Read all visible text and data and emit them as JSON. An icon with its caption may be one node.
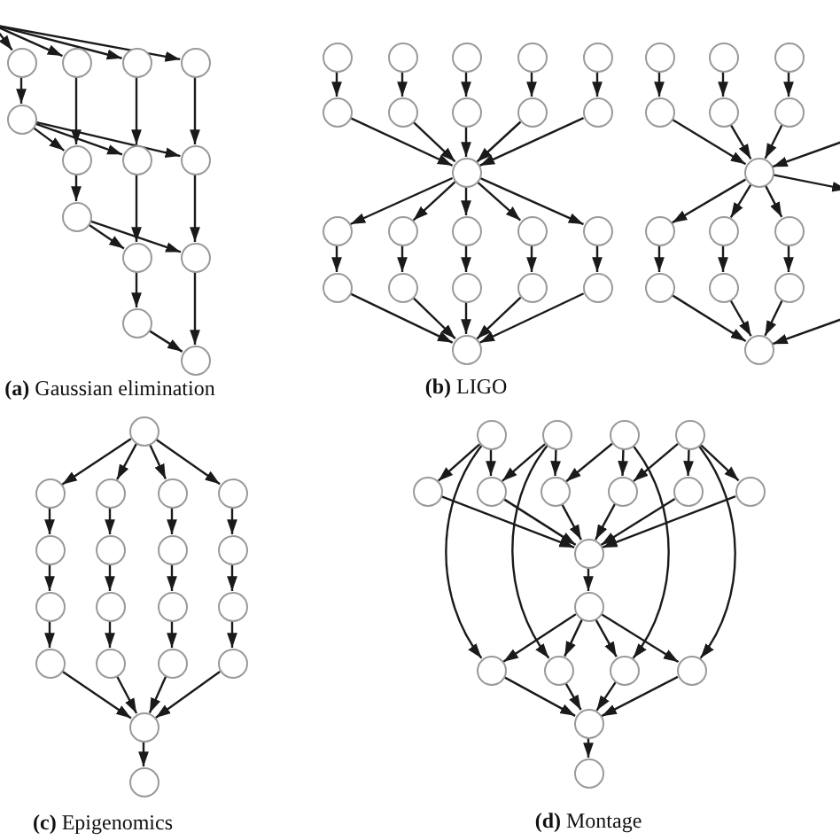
{
  "diagram": {
    "nodes": [
      {
        "text": [],
        "shape": "circle"
      },
      {
        "text": [],
        "shape": "circle"
      },
      {
        "text": [],
        "shape": "circle"
      },
      {
        "text": [],
        "shape": "circle"
      },
      {
        "text": [],
        "shape": "circle"
      },
      {
        "text": [],
        "shape": "circle"
      },
      {
        "text": [],
        "shape": "circle"
      },
      {
        "text": [],
        "shape": "circle"
      },
      {
        "text": [],
        "shape": "circle"
      },
      {
        "text": [],
        "shape": "circle"
      },
      {
        "text": [],
        "shape": "circle"
      },
      {
        "text": [],
        "shape": "circle"
      },
      {
        "text": [],
        "shape": "circle"
      },
      {
        "text": [],
        "shape": "circle"
      },
      {
        "text": [],
        "shape": "circle"
      },
      {
        "text": [],
        "shape": "circle"
      },
      {
        "text": [],
        "shape": "circle"
      },
      {
        "text": [],
        "shape": "circle"
      },
      {
        "text": [],
        "shape": "circle"
      },
      {
        "text": [],
        "shape": "circle"
      },
      {
        "text": [],
        "shape": "circle"
      },
      {
        "text": [],
        "shape": "circle"
      },
      {
        "text": [],
        "shape": "circle"
      },
      {
        "text": [],
        "shape": "circle"
      },
      {
        "text": [],
        "shape": "circle"
      },
      {
        "text": [],
        "shape": "circle"
      },
      {
        "text": [],
        "shape": "circle"
      },
      {
        "text": [],
        "shape": "circle"
      },
      {
        "text": [],
        "shape": "circle"
      },
      {
        "text": [],
        "shape": "circle"
      },
      {
        "text": [],
        "shape": "circle"
      },
      {
        "text": [],
        "shape": "circle"
      },
      {
        "text": [],
        "shape": "circle"
      },
      {
        "text": [],
        "shape": "circle"
      },
      {
        "text": [],
        "shape": "circle"
      },
      {
        "text": [],
        "shape": "circle"
      },
      {
        "text": [],
        "shape": "circle"
      },
      {
        "text": [],
        "shape": "circle"
      },
      {
        "text": [],
        "shape": "circle"
      },
      {
        "text": [],
        "shape": "circle"
      },
      {
        "text": [],
        "shape": "circle"
      },
      {
        "text": [],
        "shape": "circle"
      },
      {
        "text": [],
        "shape": "circle"
      },
      {
        "text": [],
        "shape": "circle"
      },
      {
        "text": [],
        "shape": "circle"
      },
      {
        "text": [],
        "shape": "circle"
      },
      {
        "text": [],
        "shape": "circle"
      },
      {
        "text": [],
        "shape": "circle"
      },
      {
        "text": [],
        "shape": "circle"
      },
      {
        "text": [],
        "shape": "circle"
      },
      {
        "text": [],
        "shape": "circle"
      },
      {
        "text": [],
        "shape": "circle"
      },
      {
        "text": [],
        "shape": "circle"
      },
      {
        "text": [],
        "shape": "circle"
      },
      {
        "text": [],
        "shape": "circle"
      },
      {
        "text": [],
        "shape": "circle"
      },
      {
        "text": [],
        "shape": "circle"
      },
      {
        "text": [],
        "shape": "circle"
      },
      {
        "text": [],
        "shape": "circle"
      },
      {
        "text": [],
        "shape": "circle"
      },
      {
        "text": [],
        "shape": "circle"
      },
      {
        "text": [],
        "shape": "circle"
      },
      {
        "text": [],
        "shape": "circle"
      },
      {
        "text": [],
        "shape": "circle"
      },
      {
        "text": [],
        "shape": "circle"
      },
      {
        "text": [],
        "shape": "circle"
      },
      {
        "text": [],
        "shape": "circle"
      },
      {
        "text": [],
        "shape": "circle"
      },
      {
        "text": [],
        "shape": "circle"
      },
      {
        "text": [],
        "shape": "circle"
      },
      {
        "text": [],
        "shape": "circle"
      },
      {
        "text": [],
        "shape": "circle"
      },
      {
        "text": [],
        "shape": "circle"
      },
      {
        "text": [],
        "shape": "circle"
      },
      {
        "text": [],
        "shape": "circle"
      },
      {
        "text": [],
        "shape": "circle"
      },
      {
        "text": [],
        "shape": "circle"
      },
      {
        "text": [],
        "shape": "circle"
      },
      {
        "text": [],
        "shape": "circle"
      },
      {
        "text": [],
        "shape": "circle"
      },
      {
        "text": [],
        "shape": "circle"
      },
      {
        "text": [],
        "shape": "circle"
      },
      {
        "text": [],
        "shape": "circle"
      },
      {
        "text": [],
        "shape": "circle"
      },
      {
        "text": [],
        "shape": "circle"
      },
      {
        "text": [],
        "shape": "circle"
      }
    ],
    "edges": [
      {
        "from": null,
        "to": 0,
        "arrow": "to"
      },
      {
        "from": null,
        "to": 1,
        "arrow": "to"
      },
      {
        "from": null,
        "to": 2,
        "arrow": "to"
      },
      {
        "from": null,
        "to": 3,
        "arrow": "to"
      },
      {
        "from": 0,
        "to": 4,
        "arrow": "to"
      },
      {
        "from": 1,
        "to": 5,
        "arrow": "to"
      },
      {
        "from": 2,
        "to": 6,
        "arrow": "to"
      },
      {
        "from": 3,
        "to": 7,
        "arrow": "to"
      },
      {
        "from": 4,
        "to": 5,
        "arrow": "to"
      },
      {
        "from": 4,
        "to": 6,
        "arrow": "to"
      },
      {
        "from": 4,
        "to": 7,
        "arrow": "to"
      },
      {
        "from": 5,
        "to": 8,
        "arrow": "to"
      },
      {
        "from": 6,
        "to": 9,
        "arrow": "to"
      },
      {
        "from": 7,
        "to": 10,
        "arrow": "to"
      },
      {
        "from": 8,
        "to": 9,
        "arrow": "to"
      },
      {
        "from": 8,
        "to": 10,
        "arrow": "to"
      },
      {
        "from": 9,
        "to": 11,
        "arrow": "to"
      },
      {
        "from": 10,
        "to": 12,
        "arrow": "to"
      },
      {
        "from": 11,
        "to": 12,
        "arrow": "to"
      },
      {
        "from": 13,
        "to": 18,
        "arrow": "to"
      },
      {
        "from": 14,
        "to": 19,
        "arrow": "to"
      },
      {
        "from": 15,
        "to": 20,
        "arrow": "to"
      },
      {
        "from": 16,
        "to": 21,
        "arrow": "to"
      },
      {
        "from": 17,
        "to": 22,
        "arrow": "to"
      },
      {
        "from": 18,
        "to": 23,
        "arrow": "to"
      },
      {
        "from": 19,
        "to": 23,
        "arrow": "to"
      },
      {
        "from": 20,
        "to": 23,
        "arrow": "to"
      },
      {
        "from": 21,
        "to": 23,
        "arrow": "to"
      },
      {
        "from": 22,
        "to": 23,
        "arrow": "to"
      },
      {
        "from": 23,
        "to": 24,
        "arrow": "to"
      },
      {
        "from": 23,
        "to": 25,
        "arrow": "to"
      },
      {
        "from": 23,
        "to": 26,
        "arrow": "to"
      },
      {
        "from": 23,
        "to": 27,
        "arrow": "to"
      },
      {
        "from": 23,
        "to": 28,
        "arrow": "to"
      },
      {
        "from": 24,
        "to": 29,
        "arrow": "to"
      },
      {
        "from": 25,
        "to": 30,
        "arrow": "to"
      },
      {
        "from": 26,
        "to": 31,
        "arrow": "to"
      },
      {
        "from": 27,
        "to": 32,
        "arrow": "to"
      },
      {
        "from": 28,
        "to": 33,
        "arrow": "to"
      },
      {
        "from": 29,
        "to": 34,
        "arrow": "to"
      },
      {
        "from": 30,
        "to": 34,
        "arrow": "to"
      },
      {
        "from": 31,
        "to": 34,
        "arrow": "to"
      },
      {
        "from": 32,
        "to": 34,
        "arrow": "to"
      },
      {
        "from": 33,
        "to": 34,
        "arrow": "to"
      },
      {
        "from": 35,
        "to": 38,
        "arrow": "to"
      },
      {
        "from": 36,
        "to": 39,
        "arrow": "to"
      },
      {
        "from": 37,
        "to": 40,
        "arrow": "to"
      },
      {
        "from": 38,
        "to": 41,
        "arrow": "to"
      },
      {
        "from": 39,
        "to": 41,
        "arrow": "to"
      },
      {
        "from": 40,
        "to": 41,
        "arrow": "to"
      },
      {
        "from": 41,
        "to": 42,
        "arrow": "to"
      },
      {
        "from": 41,
        "to": 43,
        "arrow": "to"
      },
      {
        "from": 41,
        "to": 44,
        "arrow": "to"
      },
      {
        "from": 42,
        "to": 45,
        "arrow": "to"
      },
      {
        "from": 43,
        "to": 46,
        "arrow": "to"
      },
      {
        "from": 44,
        "to": 47,
        "arrow": "to"
      },
      {
        "from": 45,
        "to": 48,
        "arrow": "to"
      },
      {
        "from": 46,
        "to": 48,
        "arrow": "to"
      },
      {
        "from": 47,
        "to": 48,
        "arrow": "to"
      },
      {
        "from": null,
        "to": 41,
        "arrow": "to"
      },
      {
        "from": 41,
        "to": null,
        "arrow": "to"
      },
      {
        "from": null,
        "to": 48,
        "arrow": "to"
      },
      {
        "from": 49,
        "to": 50,
        "arrow": "to"
      },
      {
        "from": 49,
        "to": 51,
        "arrow": "to"
      },
      {
        "from": 49,
        "to": 52,
        "arrow": "to"
      },
      {
        "from": 49,
        "to": 53,
        "arrow": "to"
      },
      {
        "from": 50,
        "to": 54,
        "arrow": "to"
      },
      {
        "from": 51,
        "to": 55,
        "arrow": "to"
      },
      {
        "from": 52,
        "to": 56,
        "arrow": "to"
      },
      {
        "from": 53,
        "to": 57,
        "arrow": "to"
      },
      {
        "from": 54,
        "to": 58,
        "arrow": "to"
      },
      {
        "from": 55,
        "to": 59,
        "arrow": "to"
      },
      {
        "from": 56,
        "to": 60,
        "arrow": "to"
      },
      {
        "from": 57,
        "to": 61,
        "arrow": "to"
      },
      {
        "from": 58,
        "to": 62,
        "arrow": "to"
      },
      {
        "from": 59,
        "to": 63,
        "arrow": "to"
      },
      {
        "from": 60,
        "to": 64,
        "arrow": "to"
      },
      {
        "from": 61,
        "to": 65,
        "arrow": "to"
      },
      {
        "from": 62,
        "to": 66,
        "arrow": "to"
      },
      {
        "from": 63,
        "to": 66,
        "arrow": "to"
      },
      {
        "from": 64,
        "to": 66,
        "arrow": "to"
      },
      {
        "from": 65,
        "to": 66,
        "arrow": "to"
      },
      {
        "from": 66,
        "to": 67,
        "arrow": "to"
      },
      {
        "from": 68,
        "to": 72,
        "arrow": "to"
      },
      {
        "from": 68,
        "to": 73,
        "arrow": "to"
      },
      {
        "from": 68,
        "to": 80,
        "arrow": "to"
      },
      {
        "from": 69,
        "to": 73,
        "arrow": "to"
      },
      {
        "from": 69,
        "to": 74,
        "arrow": "to"
      },
      {
        "from": 69,
        "to": 81,
        "arrow": "to"
      },
      {
        "from": 70,
        "to": 74,
        "arrow": "to"
      },
      {
        "from": 70,
        "to": 75,
        "arrow": "to"
      },
      {
        "from": 70,
        "to": 82,
        "arrow": "to"
      },
      {
        "from": 71,
        "to": 75,
        "arrow": "to"
      },
      {
        "from": 71,
        "to": 76,
        "arrow": "to"
      },
      {
        "from": 71,
        "to": 77,
        "arrow": "to"
      },
      {
        "from": 71,
        "to": 83,
        "arrow": "to"
      },
      {
        "from": 72,
        "to": 78,
        "arrow": "to"
      },
      {
        "from": 73,
        "to": 78,
        "arrow": "to"
      },
      {
        "from": 74,
        "to": 78,
        "arrow": "to"
      },
      {
        "from": 75,
        "to": 78,
        "arrow": "to"
      },
      {
        "from": 76,
        "to": 78,
        "arrow": "to"
      },
      {
        "from": 77,
        "to": 78,
        "arrow": "to"
      },
      {
        "from": 78,
        "to": 79,
        "arrow": "to"
      },
      {
        "from": 79,
        "to": 80,
        "arrow": "to"
      },
      {
        "from": 79,
        "to": 81,
        "arrow": "to"
      },
      {
        "from": 79,
        "to": 82,
        "arrow": "to"
      },
      {
        "from": 79,
        "to": 83,
        "arrow": "to"
      },
      {
        "from": 80,
        "to": 84,
        "arrow": "to"
      },
      {
        "from": 81,
        "to": 84,
        "arrow": "to"
      },
      {
        "from": 82,
        "to": 84,
        "arrow": "to"
      },
      {
        "from": 83,
        "to": 84,
        "arrow": "to"
      },
      {
        "from": 84,
        "to": 85,
        "arrow": "to"
      }
    ],
    "labels": [
      "**(a)** Gaussian elimination",
      "**(b)** LIGO",
      "**(c)** Epigenomics",
      "**(d)** Montage"
    ]
  }
}
